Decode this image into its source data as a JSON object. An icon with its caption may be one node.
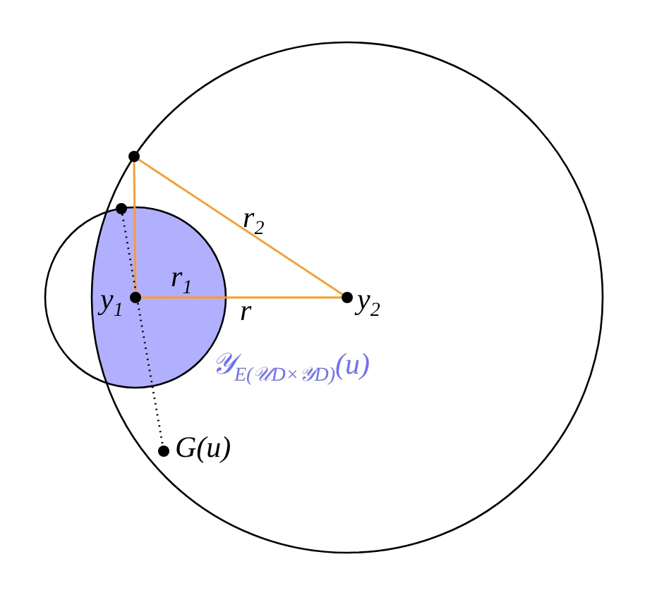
{
  "diagram": {
    "nodes": [
      {
        "text": [],
        "shape": "circle"
      },
      {
        "text": [],
        "shape": "circle"
      },
      {
        "text": [
          "y$_{1}$"
        ]
      },
      {
        "text": [
          "y$_{2}$"
        ]
      },
      {
        "text": [
          "G(u)"
        ]
      }
    ],
    "edges": [
      {
        "from": 2,
        "to": 0,
        "arrow": "none"
      },
      {
        "from": 0,
        "to": 3,
        "arrow": "none",
        "label": "r$_{2}$"
      },
      {
        "from": 2,
        "to": 3,
        "arrow": "none",
        "label": "r"
      },
      {
        "from": 1,
        "to": 4,
        "arrow": "none",
        "style": "dashed",
        "color": "#000000"
      }
    ],
    "labels": [
      "r$_{1}$",
      "𝒴$_{E(𝒰D×𝒴D)}$(u)"
    ]
  }
}
